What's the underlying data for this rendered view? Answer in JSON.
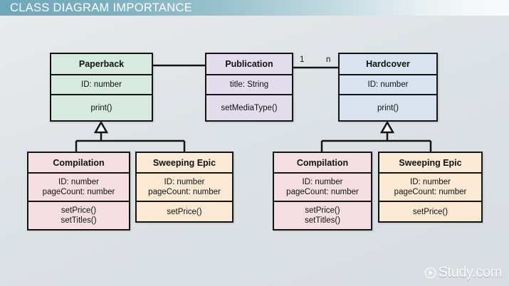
{
  "header": {
    "title": "CLASS DIAGRAM IMPORTANCE",
    "bar_color_start": "#6fa7ba",
    "bar_color_end": "#f7fafb",
    "text_color": "#ffffff"
  },
  "canvas": {
    "background_color": "#dfe3e7",
    "line_color": "#141414"
  },
  "diagram": {
    "type": "uml-class-diagram",
    "classes": [
      {
        "id": "paperback",
        "name": "Paperback",
        "attributes": [
          "ID: number"
        ],
        "operations": [
          "print()"
        ],
        "fill": "#d6eadf"
      },
      {
        "id": "publication",
        "name": "Publication",
        "attributes": [
          "title: String"
        ],
        "operations": [
          "setMediaType()"
        ],
        "fill": "#e3dcec"
      },
      {
        "id": "hardcover",
        "name": "Hardcover",
        "attributes": [
          "ID: number"
        ],
        "operations": [
          "print()"
        ],
        "fill": "#d9e3ef"
      },
      {
        "id": "compilation-left",
        "name": "Compilation",
        "attributes": [
          "ID: number",
          "pageCount: number"
        ],
        "operations": [
          "setPrice()",
          "setTitles()"
        ],
        "fill": "#f4dee1"
      },
      {
        "id": "epic-left",
        "name": "Sweeping Epic",
        "attributes": [
          "ID: number",
          "pageCount: number"
        ],
        "operations": [
          "setPrice()"
        ],
        "fill": "#fce9d4"
      },
      {
        "id": "compilation-right",
        "name": "Compilation",
        "attributes": [
          "ID: number",
          "pageCount: number"
        ],
        "operations": [
          "setPrice()",
          "setTitles()"
        ],
        "fill": "#f4dee1"
      },
      {
        "id": "epic-right",
        "name": "Sweeping Epic",
        "attributes": [
          "ID: number",
          "pageCount: number"
        ],
        "operations": [
          "setPrice()"
        ],
        "fill": "#fce9d4"
      }
    ],
    "multiplicities": {
      "publication_side": "1",
      "hardcover_side": "n"
    },
    "relationships": [
      {
        "kind": "association",
        "from": "paperback",
        "to": "publication"
      },
      {
        "kind": "association",
        "from": "publication",
        "to": "hardcover"
      },
      {
        "kind": "generalization",
        "from": "compilation-left",
        "to": "paperback"
      },
      {
        "kind": "generalization",
        "from": "epic-left",
        "to": "paperback"
      },
      {
        "kind": "generalization",
        "from": "compilation-right",
        "to": "hardcover"
      },
      {
        "kind": "generalization",
        "from": "epic-right",
        "to": "hardcover"
      }
    ]
  },
  "watermark": {
    "label": "Study.com",
    "icon": "play-circle-icon"
  }
}
